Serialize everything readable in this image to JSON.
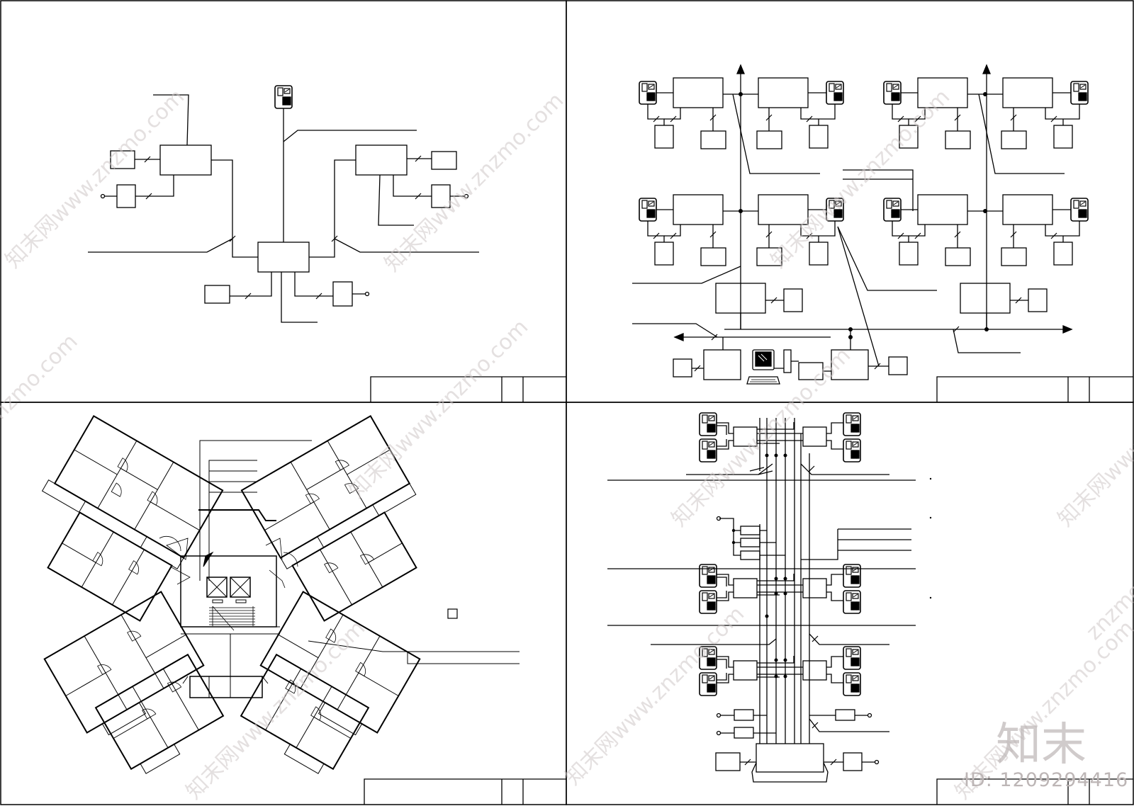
{
  "watermark": {
    "site_text": "知末网www.znzmo.com",
    "site_short": "znzmo.com",
    "logo_text": "知末",
    "id_text": "ID: 1209294416",
    "color": "#cfc8c8"
  },
  "sheets": [
    {
      "name": "sheet-top-left",
      "content": "star-topology telephone wiring diagram"
    },
    {
      "name": "sheet-top-right",
      "content": "multi-floor network wiring diagram"
    },
    {
      "name": "sheet-bottom-left",
      "content": "residential floor plan"
    },
    {
      "name": "sheet-bottom-right",
      "content": "vertical riser telephone diagram"
    }
  ],
  "colors": {
    "line": "#000000",
    "background": "#ffffff"
  }
}
